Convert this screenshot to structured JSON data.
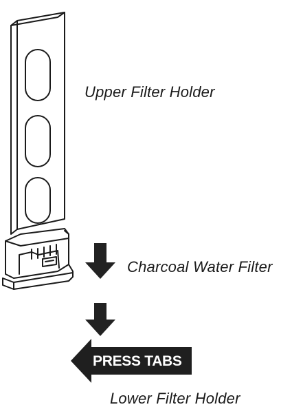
{
  "labels": {
    "upper": "Upper Filter Holder",
    "charcoal": "Charcoal Water Filter",
    "lower": "Lower Filter Holder",
    "press_tabs": "PRESS TABS"
  },
  "colors": {
    "ink": "#1a1a1a",
    "arrow": "#222222",
    "background": "#ffffff"
  },
  "icons": {
    "holder": "filter-holder-illustration",
    "down_arrow": "arrow-down-icon",
    "left_arrow": "arrow-left-icon"
  }
}
